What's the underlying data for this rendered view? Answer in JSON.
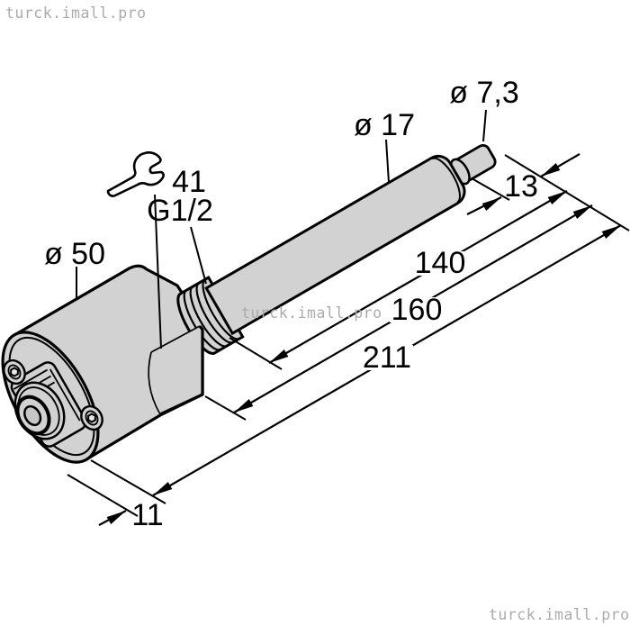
{
  "watermarks": {
    "top_left": "turck.imall.pro",
    "center": "turck.imall.pro",
    "bottom_right": "turck.imall.pro"
  },
  "dimensions": {
    "body_diameter": "ø 50",
    "tube_diameter": "ø 17",
    "tip_diameter": "ø 7,3",
    "thread_size": "G1/2",
    "wrench_size": "41",
    "tip_length": "13",
    "tube_length": "140",
    "immersion_length": "160",
    "overall_length": "211",
    "front_collar_width": "11"
  },
  "colors": {
    "background": "#ffffff",
    "body_fill": "#d2d2d2",
    "outline": "#000000",
    "watermark": "#ababab"
  }
}
